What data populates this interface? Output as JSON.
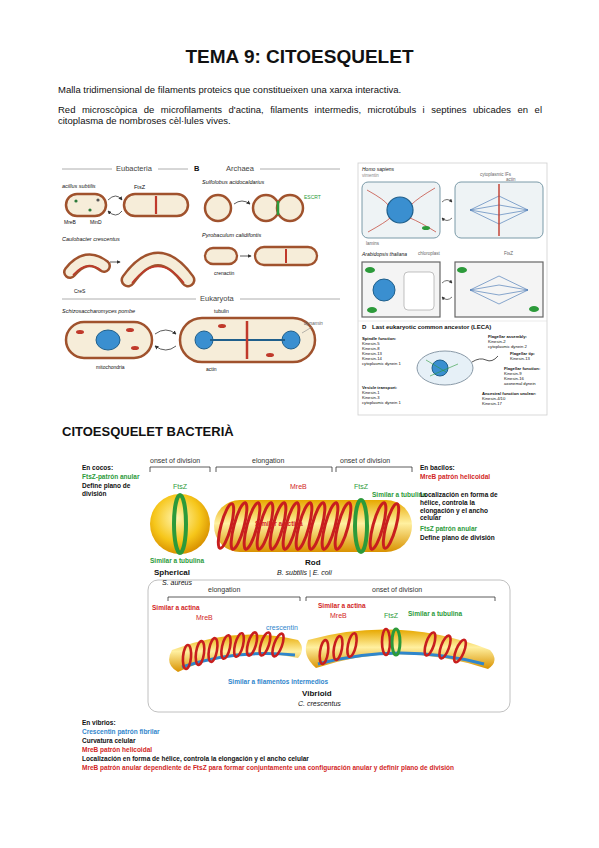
{
  "diagram": {
    "title": "TEMA 9: CITOESQUELET",
    "labels": [
      "Malla tridimensional de filaments proteics que constitueixen una xarxa interactiva.",
      "Red microscòpica de microfilaments d'actina, filaments intermedis, microtúbuls i septines ubicades en el citoplasma de nombroses cèl·lules vives.",
      "Eubacteria",
      "B",
      "Archaea",
      "acillus subtilis",
      "FtsZ",
      "MreB",
      "MinD",
      "Caulobacter crescentus",
      "CreS",
      "Sulfolobus acidocaldarius",
      "ESCRT",
      "Pyrobaculum calidifontis",
      "crenactin",
      "Eukaryota",
      "Schizosaccharomyces pombe",
      "tubulin",
      "dynamin",
      "mitochondria",
      "actin",
      "Homo sapiens",
      "vimentin",
      "cytoplasmic IFs",
      "actin",
      "lamins",
      "Arabidopsis thaliana",
      "chloroplast",
      "FtsZ",
      "D",
      "Last eukaryotic common ancestor (LECA)",
      "Flagellar assembly:",
      "Kinesin-2",
      "cytoplasmic dynein 2",
      "Flagellar tip:",
      "Kinesin-13",
      "Spindle function:",
      "Kinesin-5",
      "Kinesin-8",
      "Kinesin-13",
      "Kinesin-14",
      "cytoplasmic dynein 1",
      "Flagellar function:",
      "Kinesin-9",
      "Kinesin-16",
      "axonemal dynein",
      "Vesicle transport:",
      "Kinesin-1",
      "Kinesin-3",
      "cytoplasmic dynein 1",
      "Ancestral function unclear:",
      "Kinesin-4/10",
      "Kinesin-17",
      "CITOESQUELET BACTERIÀ",
      "En cocos:",
      "FtsZ-patrón anular",
      "Define plano de división",
      "onset of division",
      "FtsZ",
      "Similar a tubulina",
      "Spherical",
      "S. aureus",
      "elongation",
      "onset of division",
      "MreB",
      "FtsZ",
      "Similar a actina",
      "Similar a tubulina",
      "Rod",
      "B. subtilis | E. coli",
      "En bacilos:",
      "MreB patrón helicoidal",
      "Localización en forma de hélice, controla la elongación y el ancho celular",
      "FtsZ patrón anular",
      "Define plano de división",
      "elongation",
      "onset of division",
      "Similar a actina",
      "MreB",
      "crescentin",
      "Similar a actina",
      "MreB",
      "FtsZ",
      "Similar a tubulina",
      "Similar a filamentos intermedios",
      "Vibrioid",
      "C. crescentus",
      "En vibrios:",
      "Crescentin patrón fibrilar",
      "Curvatura celular",
      "MreB patrón helicoidal",
      "Localización en forma de hélice, controla la elongación y el ancho celular",
      "MreB patrón anular dependiente de FtsZ para formar conjuntamente una configuración anular y definir plano de división"
    ]
  }
}
